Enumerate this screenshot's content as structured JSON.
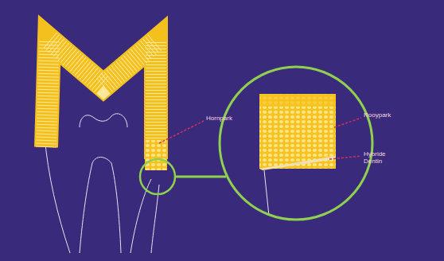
{
  "diagram": {
    "labels": [
      "Hornpark",
      "Rooypark",
      "Hybride Dentin"
    ]
  }
}
